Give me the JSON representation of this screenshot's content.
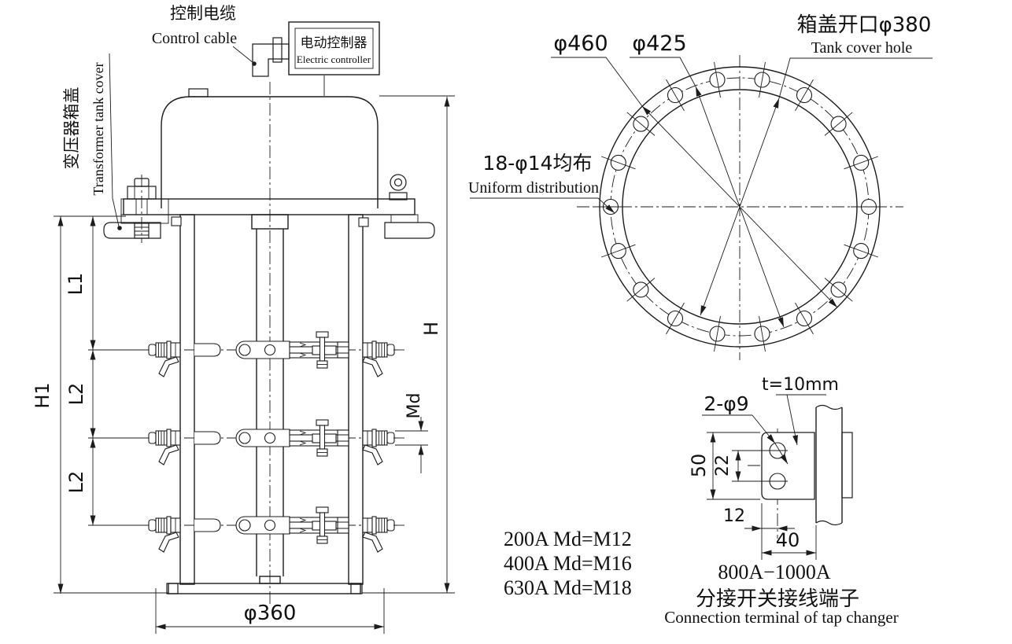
{
  "drawing": {
    "top_labels": {
      "control_cable_zh": "控制电缆",
      "control_cable_en": "Control cable",
      "controller_zh": "电动控制器",
      "controller_en": "Electric controller",
      "tank_cover_zh": "变压器箱盖",
      "tank_cover_en": "Transformer tank cover"
    },
    "front_view_dims": {
      "h1": "H1",
      "l1": "L1",
      "l2_upper": "L2",
      "l2_lower": "L2",
      "h": "H",
      "md": "Md",
      "phi360": "φ360"
    },
    "thread_table": [
      "200A Md=M12",
      "400A Md=M16",
      "630A Md=M18"
    ],
    "flange_view": {
      "phi460": "φ460",
      "phi425": "φ425",
      "cover_hole_zh": "箱盖开口φ380",
      "cover_hole_en": "Tank cover hole",
      "holes_zh": "18-φ14均布",
      "holes_en": "Uniform distribution"
    },
    "terminal_view": {
      "holes": "2-φ9",
      "thickness": "t=10mm",
      "dim_50": "50",
      "dim_22": "22",
      "dim_12": "12",
      "dim_40": "40",
      "rating": "800A−1000A",
      "caption_zh": "分接开关接线端子",
      "caption_en": "Connection terminal of tap changer"
    }
  }
}
